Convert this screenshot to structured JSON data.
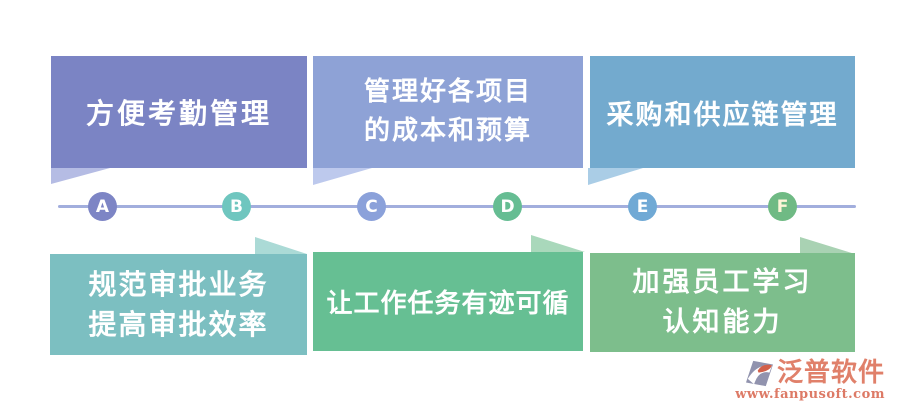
{
  "timeline": {
    "line_color": "#a2aedd",
    "nodes": [
      {
        "label": "A",
        "color": "#7d85c5",
        "text_color": "#ffffff"
      },
      {
        "label": "B",
        "color": "#6fc6bf",
        "text_color": "#ffffff"
      },
      {
        "label": "C",
        "color": "#8ba1da",
        "text_color": "#ffffff"
      },
      {
        "label": "D",
        "color": "#66bd93",
        "text_color": "#ffffff"
      },
      {
        "label": "E",
        "color": "#70a9d5",
        "text_color": "#ffffff"
      },
      {
        "label": "F",
        "color": "#6fba84",
        "text_color": "#fdf5d8"
      }
    ]
  },
  "callouts": {
    "top": [
      {
        "text": "方便考勤管理",
        "color": "#7b84c4",
        "tail_color": "#b5bce4",
        "points_to": "A"
      },
      {
        "text": "管理好各项目\n的成本和预算",
        "color": "#8ea2d6",
        "tail_color": "#bdc9ed",
        "points_to": "C"
      },
      {
        "text": "采购和供应链管理",
        "color": "#73aace",
        "tail_color": "#aacde6",
        "points_to": "E"
      }
    ],
    "bottom": [
      {
        "text": "规范审批业务\n提高审批效率",
        "color": "#7cbfc1",
        "tail_color": "#abdad6",
        "points_to": "B"
      },
      {
        "text": "让工作任务有迹可循",
        "color": "#66bf93",
        "tail_color": "#a9d8bb",
        "points_to": "D"
      },
      {
        "text": "加强员工学习\n认知能力",
        "color": "#7dbe8c",
        "tail_color": "#a9d2b3",
        "points_to": "F"
      }
    ]
  },
  "watermark": {
    "brand": "泛普软件",
    "url": "www.fanpusoft.com",
    "brand_color": "#e0806a",
    "url_color": "#dd7a66",
    "logo_base_color": "#9193ae",
    "logo_accent_color": "#d2604a"
  }
}
